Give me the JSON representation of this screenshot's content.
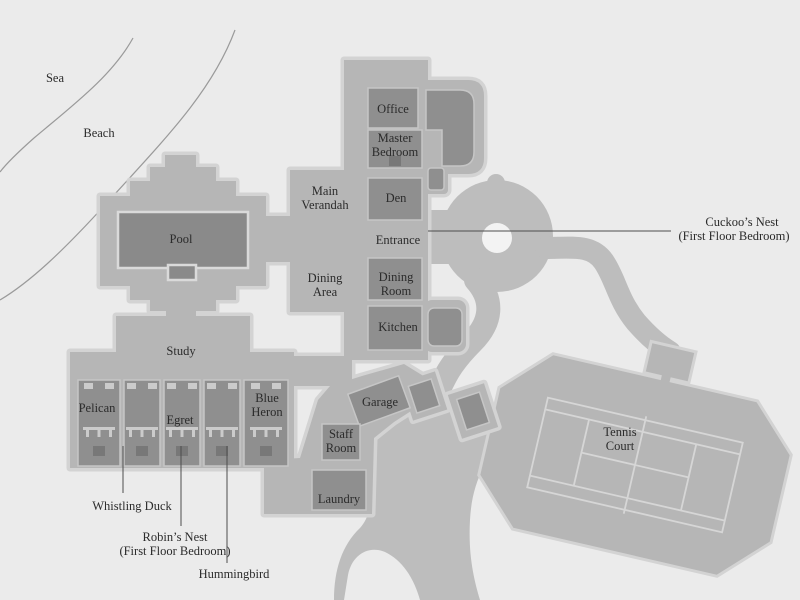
{
  "colors": {
    "background": "#ebebeb",
    "building": "#b6b6b6",
    "building_edge": "#d3d3d3",
    "room": "#8f8f8f",
    "road": "#bdbdbd",
    "text": "#2b2b2b"
  },
  "outdoor": {
    "sea": "Sea",
    "beach": "Beach"
  },
  "rooms": {
    "pool": "Pool",
    "main_verandah": [
      "Main",
      "Verandah"
    ],
    "dining_area": [
      "Dining",
      "Area"
    ],
    "office": "Office",
    "master_bedroom": [
      "Master",
      "Bedroom"
    ],
    "den": "Den",
    "entrance": "Entrance",
    "dining_room": [
      "Dining",
      "Room"
    ],
    "kitchen": "Kitchen",
    "study": "Study",
    "pelican": "Pelican",
    "egret": "Egret",
    "blue_heron": [
      "Blue",
      "Heron"
    ],
    "garage": "Garage",
    "staff_room": [
      "Staff",
      "Room"
    ],
    "laundry": "Laundry",
    "tennis_court": [
      "Tennis",
      "Court"
    ]
  },
  "callouts": {
    "cuckoos_nest": [
      "Cuckoo’s Nest",
      "(First Floor Bedroom)"
    ],
    "whistling_duck": "Whistling Duck",
    "robins_nest": [
      "Robin’s Nest",
      "(First Floor Bedroom)"
    ],
    "hummingbird": "Hummingbird"
  }
}
